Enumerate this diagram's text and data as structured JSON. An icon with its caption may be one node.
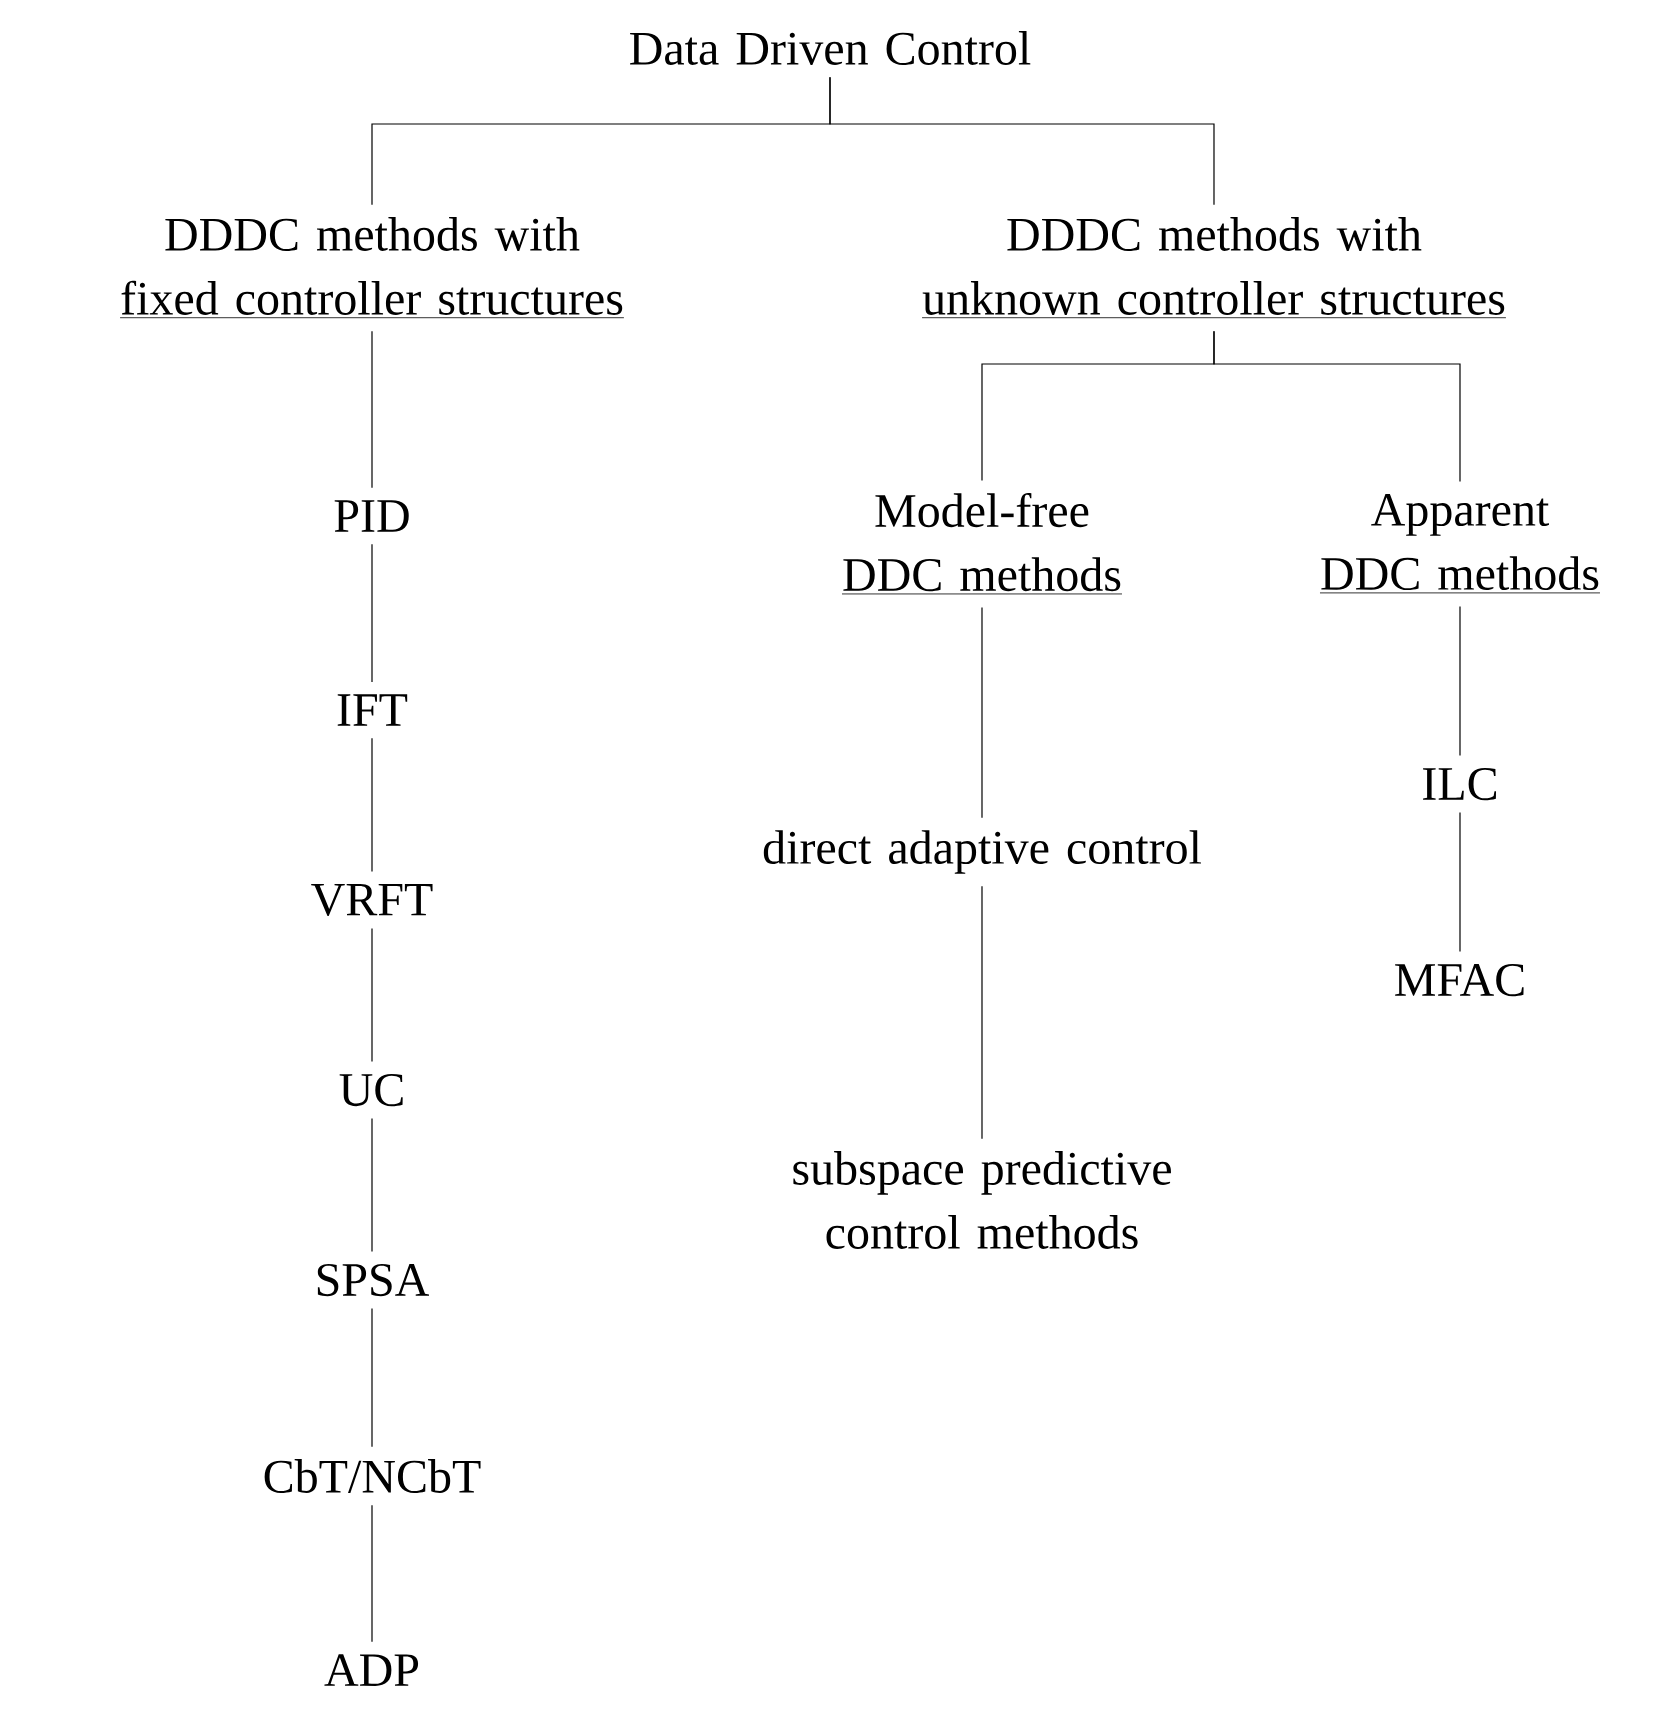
{
  "diagram": {
    "nodes": [
      {
        "text": [
          "Data Driven Control"
        ]
      },
      {
        "text": [
          "DDDC methods with",
          "fixed controller structures"
        ]
      },
      {
        "text": [
          "DDDC methods with",
          "unknown controller structures"
        ]
      },
      {
        "text": [
          "PID"
        ]
      },
      {
        "text": [
          "IFT"
        ]
      },
      {
        "text": [
          "VRFT"
        ]
      },
      {
        "text": [
          "UC"
        ]
      },
      {
        "text": [
          "SPSA"
        ]
      },
      {
        "text": [
          "CbT/NCbT"
        ]
      },
      {
        "text": [
          "ADP"
        ]
      },
      {
        "text": [
          "Model-free",
          "DDC methods"
        ]
      },
      {
        "text": [
          "Apparent",
          "DDC methods"
        ]
      },
      {
        "text": [
          "direct adaptive control"
        ]
      },
      {
        "text": [
          "subspace predictive control methods"
        ]
      },
      {
        "text": [
          "ILC"
        ]
      },
      {
        "text": [
          "MFAC"
        ]
      }
    ],
    "edges": [
      {
        "from": 0,
        "to": 1,
        "arrow": "none"
      },
      {
        "from": 0,
        "to": 2,
        "arrow": "none"
      },
      {
        "from": 1,
        "to": 3,
        "arrow": "none"
      },
      {
        "from": 3,
        "to": 4,
        "arrow": "none"
      },
      {
        "from": 4,
        "to": 5,
        "arrow": "none"
      },
      {
        "from": 5,
        "to": 6,
        "arrow": "none"
      },
      {
        "from": 6,
        "to": 7,
        "arrow": "none"
      },
      {
        "from": 7,
        "to": 8,
        "arrow": "none"
      },
      {
        "from": 8,
        "to": 9,
        "arrow": "none"
      },
      {
        "from": 2,
        "to": 10,
        "arrow": "none"
      },
      {
        "from": 2,
        "to": 11,
        "arrow": "none"
      },
      {
        "from": 10,
        "to": 12,
        "arrow": "none"
      },
      {
        "from": 12,
        "to": 13,
        "arrow": "none"
      },
      {
        "from": 11,
        "to": 14,
        "arrow": "none"
      },
      {
        "from": 14,
        "to": 15,
        "arrow": "none"
      }
    ]
  }
}
